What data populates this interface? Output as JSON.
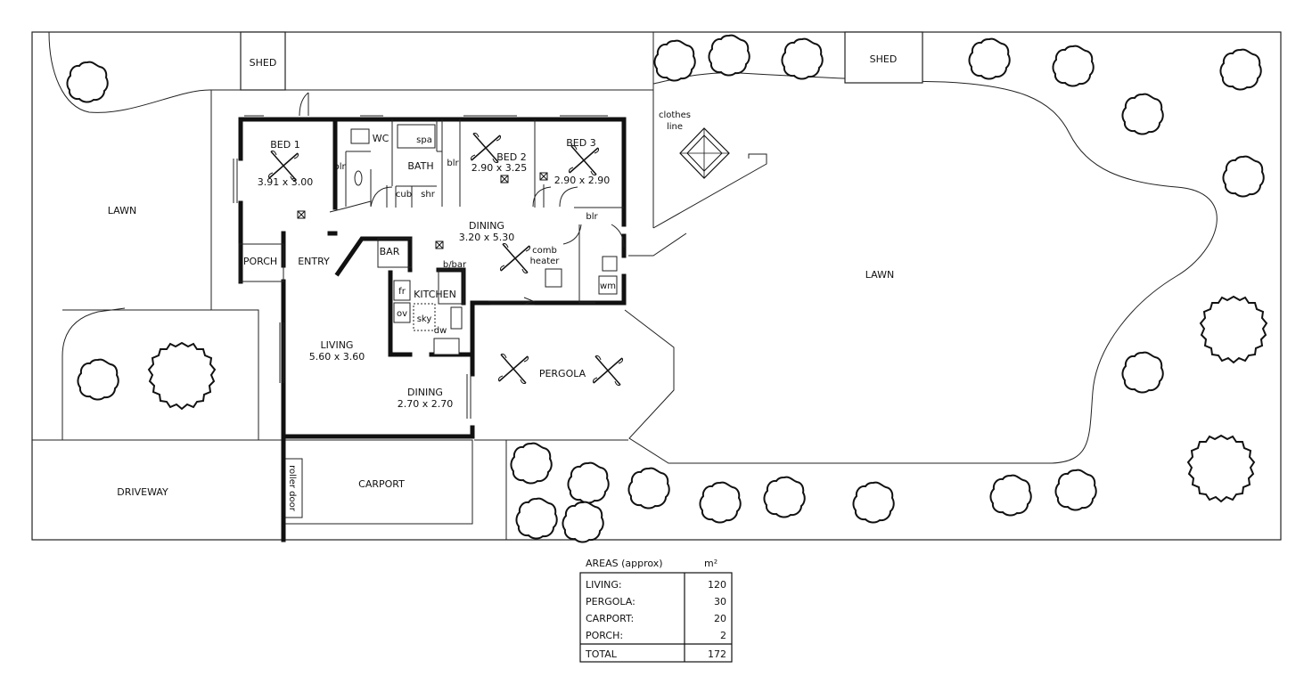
{
  "labels": {
    "shed_left": "SHED",
    "shed_right": "SHED",
    "lawn_left": "LAWN",
    "lawn_right": "LAWN",
    "driveway": "DRIVEWAY",
    "carport": "CARPORT",
    "roller_door": "roller door",
    "bed1": "BED 1",
    "bed1_dim": "3.91 x 3.00",
    "bed2": "BED 2",
    "bed2_dim": "2.90 x 3.25",
    "bed3": "BED 3",
    "bed3_dim": "2.90 x 2.90",
    "wc": "WC",
    "spa": "spa",
    "bath": "BATH",
    "cub": "cub",
    "shr": "shr",
    "blr1": "blr",
    "blr2": "blr",
    "blr3": "blr",
    "dining_main": "DINING",
    "dining_main_dim": "3.20 x 5.30",
    "comb": "comb",
    "heater": "heater",
    "bar": "BAR",
    "bbar": "b/bar",
    "kitchen": "KITCHEN",
    "fr": "fr",
    "ov": "ov",
    "sky": "sky",
    "dw": "dw",
    "wm": "wm",
    "porch": "PORCH",
    "entry": "ENTRY",
    "living": "LIVING",
    "living_dim": "5.60 x 3.60",
    "dining2": "DINING",
    "dining2_dim": "2.70 x 2.70",
    "pergola": "PERGOLA",
    "clothes": "clothes",
    "line": "line"
  },
  "areas": {
    "title": "AREAS (approx)",
    "unit": "m²",
    "rows": [
      {
        "label": "LIVING:",
        "value": "120"
      },
      {
        "label": "PERGOLA:",
        "value": "30"
      },
      {
        "label": "CARPORT:",
        "value": "20"
      },
      {
        "label": "PORCH:",
        "value": "2"
      }
    ],
    "total_label": "TOTAL",
    "total_value": "172"
  }
}
